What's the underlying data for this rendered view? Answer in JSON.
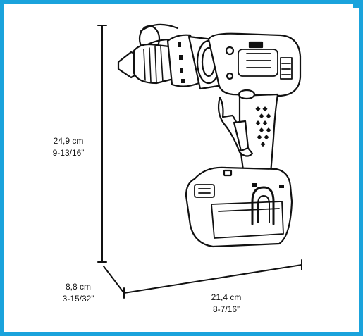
{
  "dimensions": {
    "height": {
      "metric": "24,9 cm",
      "imperial": "9-13/16”"
    },
    "depth": {
      "metric": "8,8 cm",
      "imperial": "3-15/32”"
    },
    "width": {
      "metric": "21,4 cm",
      "imperial": "8-7/16”"
    }
  },
  "colors": {
    "frame": "#1aa3dc",
    "ink": "#111111"
  },
  "icons": [
    "cordless-drill-illustration"
  ]
}
